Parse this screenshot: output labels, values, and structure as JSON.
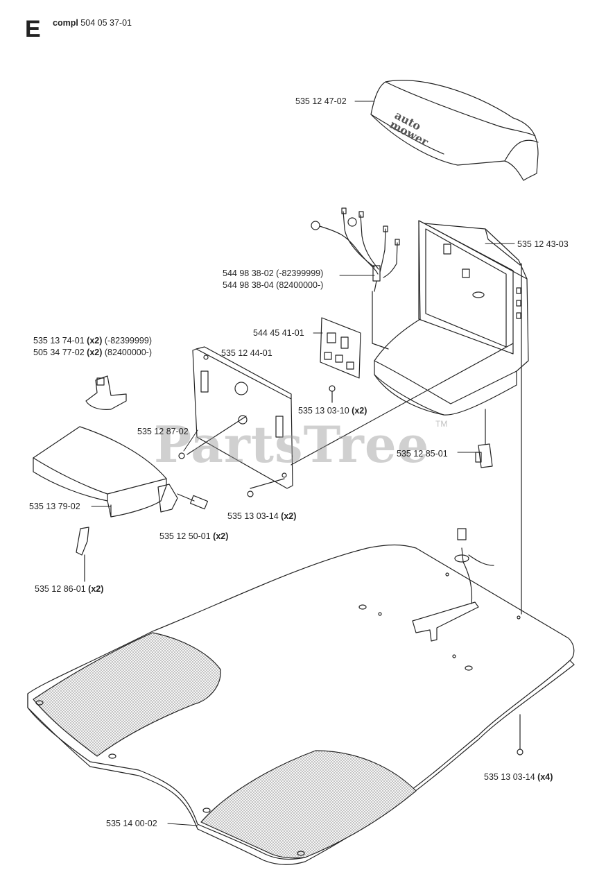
{
  "header": {
    "section_letter": "E",
    "title_bold": "compl",
    "title_number": "504 05 37-01"
  },
  "watermark": {
    "text": "PartsTree",
    "tm": "TM"
  },
  "cover_brand": {
    "line1": "auto",
    "line2": "mower"
  },
  "parts": [
    {
      "id": "cover",
      "number": "535 12 47-02",
      "qty": "",
      "note": ""
    },
    {
      "id": "housing",
      "number": "535 12 43-03",
      "qty": "",
      "note": ""
    },
    {
      "id": "harness-a",
      "number": "544 98 38-02",
      "qty": "",
      "note": "(-82399999)"
    },
    {
      "id": "harness-b",
      "number": "544 98 38-04",
      "qty": "",
      "note": "(82400000-)"
    },
    {
      "id": "circuit-board",
      "number": "544 45 41-01",
      "qty": "",
      "note": ""
    },
    {
      "id": "bracket-a",
      "number": "535 13 74-01",
      "qty": "(x2)",
      "note": "(-82399999)"
    },
    {
      "id": "bracket-b",
      "number": "505 34 77-02",
      "qty": "(x2)",
      "note": "(82400000-)"
    },
    {
      "id": "mount-plate",
      "number": "535 12 44-01",
      "qty": "",
      "note": ""
    },
    {
      "id": "screw-board",
      "number": "535 13 03-10",
      "qty": "(x2)",
      "note": ""
    },
    {
      "id": "pin",
      "number": "535 12 87-02",
      "qty": "",
      "note": ""
    },
    {
      "id": "connector",
      "number": "535 12 85-01",
      "qty": "",
      "note": ""
    },
    {
      "id": "guide",
      "number": "535 13 79-02",
      "qty": "",
      "note": ""
    },
    {
      "id": "screw-plate",
      "number": "535 13 03-14",
      "qty": "(x2)",
      "note": ""
    },
    {
      "id": "spacer",
      "number": "535 12 50-01",
      "qty": "(x2)",
      "note": ""
    },
    {
      "id": "strip",
      "number": "535 12 86-01",
      "qty": "(x2)",
      "note": ""
    },
    {
      "id": "screw-base",
      "number": "535 13 03-14",
      "qty": "(x4)",
      "note": ""
    },
    {
      "id": "base-plate",
      "number": "535 14 00-02",
      "qty": "",
      "note": ""
    }
  ],
  "colors": {
    "line": "#222222",
    "hatch": "#bdbdbd",
    "watermark": "#969696"
  }
}
